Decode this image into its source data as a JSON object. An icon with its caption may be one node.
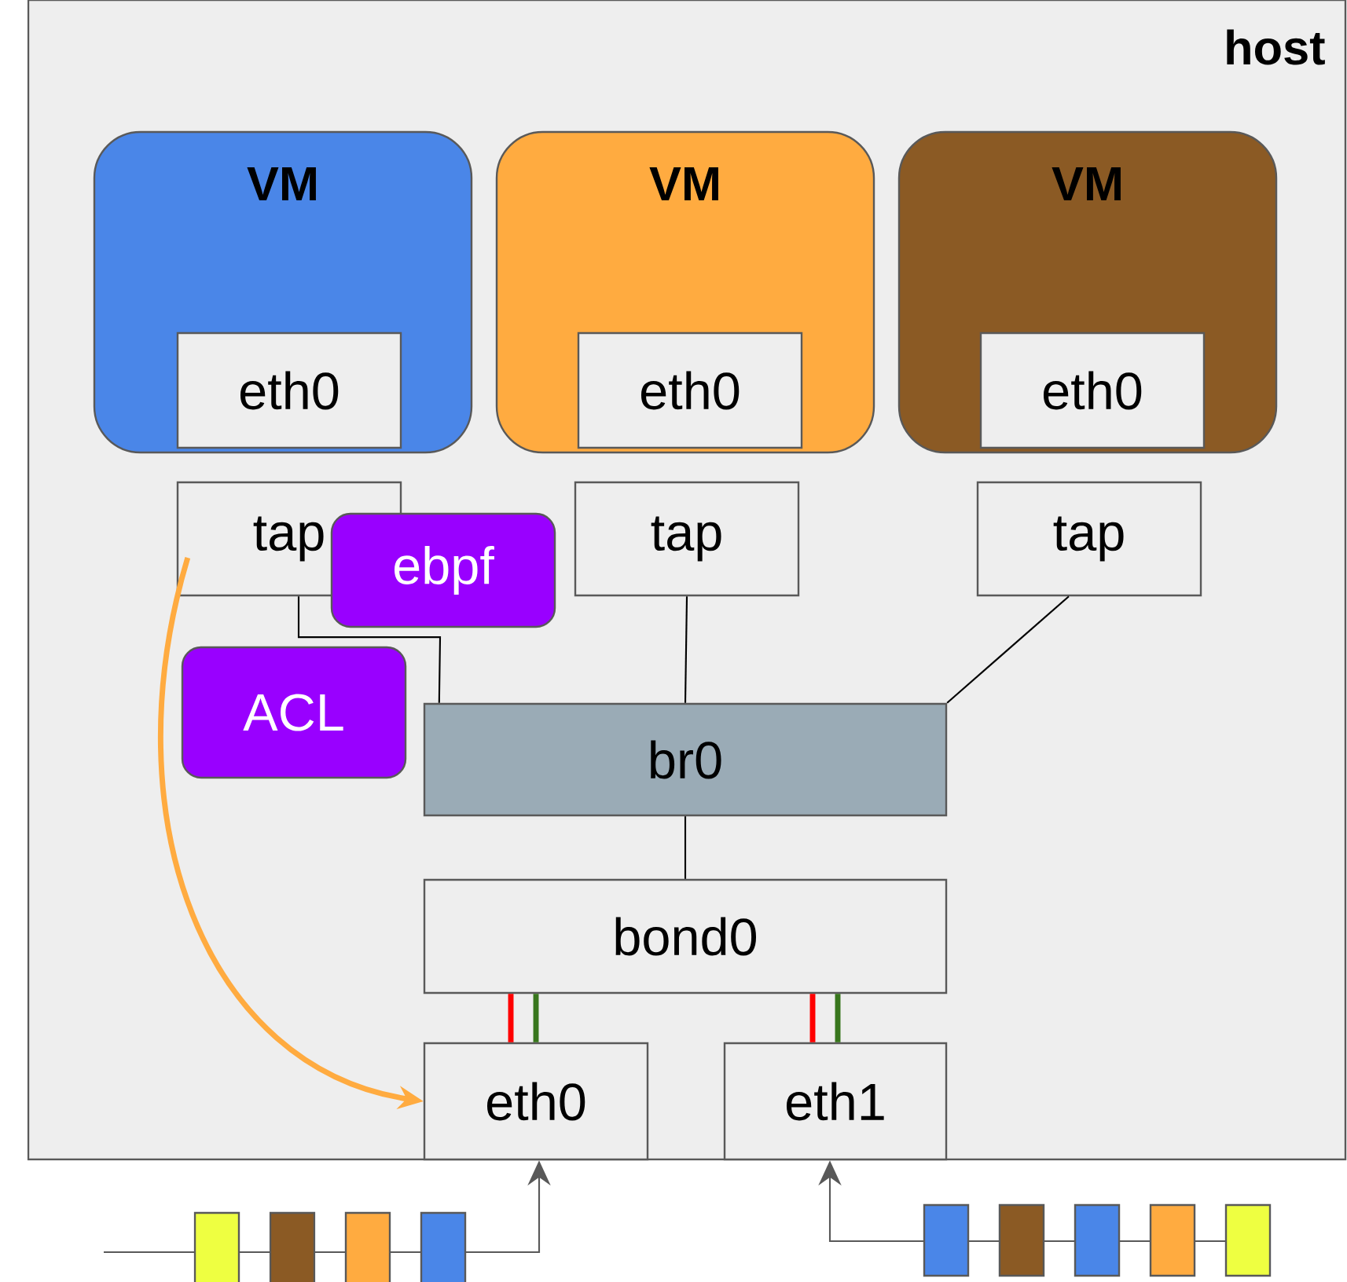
{
  "diagram": {
    "nodes": [
      {
        "text": [
          "host"
        ]
      },
      {
        "text": [
          "VM"
        ],
        "in": 0
      },
      {
        "text": [
          "eth0"
        ],
        "in": 1
      },
      {
        "text": [
          "VM"
        ],
        "in": 0
      },
      {
        "text": [
          "eth0"
        ],
        "in": 3
      },
      {
        "text": [
          "VM"
        ],
        "in": 0
      },
      {
        "text": [
          "eth0"
        ],
        "in": 5
      },
      {
        "text": [
          "tap"
        ],
        "in": 0
      },
      {
        "text": [
          "ebpf"
        ],
        "in": 0
      },
      {
        "text": [
          "tap"
        ],
        "in": 0
      },
      {
        "text": [
          "tap"
        ],
        "in": 0
      },
      {
        "text": [
          "ACL"
        ],
        "in": 0
      },
      {
        "text": [
          "br0"
        ],
        "in": 0
      },
      {
        "text": [
          "bond0"
        ],
        "in": 0
      },
      {
        "text": [
          "eth0"
        ],
        "in": 0
      },
      {
        "text": [
          "eth1"
        ],
        "in": 0
      }
    ],
    "edges": [
      {
        "from": 7,
        "to": 12,
        "arrow": "none"
      },
      {
        "from": 9,
        "to": 12,
        "arrow": "none"
      },
      {
        "from": 10,
        "to": 12,
        "arrow": "none"
      },
      {
        "from": 12,
        "to": 13,
        "arrow": "none"
      },
      {
        "from": 13,
        "to": 14,
        "arrow": "none",
        "style": "thick",
        "color": "#ff0000"
      },
      {
        "from": 13,
        "to": 14,
        "arrow": "none",
        "style": "thick",
        "color": "#38761d"
      },
      {
        "from": 13,
        "to": 15,
        "arrow": "none",
        "style": "thick",
        "color": "#ff0000"
      },
      {
        "from": 13,
        "to": 15,
        "arrow": "none",
        "style": "thick",
        "color": "#38761d"
      },
      {
        "from": 7,
        "to": 14,
        "arrow": "to",
        "style": "thick",
        "color": "#ffab40"
      },
      {
        "from": null,
        "to": 14,
        "arrow": "to"
      },
      {
        "from": null,
        "to": 15,
        "arrow": "to"
      }
    ]
  }
}
